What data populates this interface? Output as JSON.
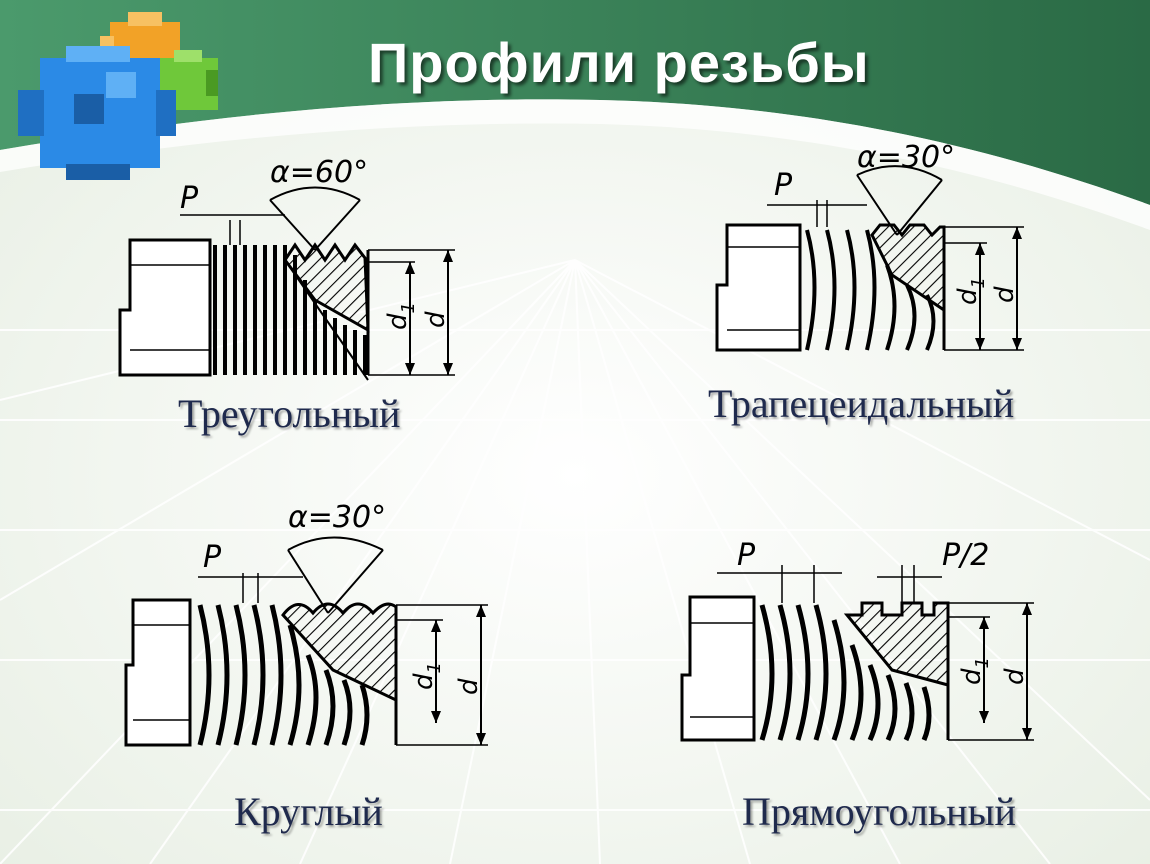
{
  "slide": {
    "title": "Профили резьбы",
    "logo_icon": "puzzle-cubes-icon",
    "colors": {
      "header_green": "#2e6e48",
      "header_light": "#5aa27a",
      "background": "#f2f6ee",
      "caption": "#1f2a4d"
    }
  },
  "profiles": [
    {
      "caption": "Треугольный",
      "pitch_label": "P",
      "angle_label": "α=60°",
      "d1_label": "d",
      "d1_sub": "1",
      "d_label": "d"
    },
    {
      "caption": "Трапецеидальный",
      "pitch_label": "P",
      "angle_label": "α=30°",
      "d1_label": "d",
      "d1_sub": "1",
      "d_label": "d"
    },
    {
      "caption": "Круглый",
      "pitch_label": "P",
      "angle_label": "α=30°",
      "d1_label": "d",
      "d1_sub": "1",
      "d_label": "d"
    },
    {
      "caption": "Прямоугольный",
      "pitch_label": "P",
      "half_pitch_label": "P/2",
      "d1_label": "d",
      "d1_sub": "1",
      "d_label": "d"
    }
  ]
}
